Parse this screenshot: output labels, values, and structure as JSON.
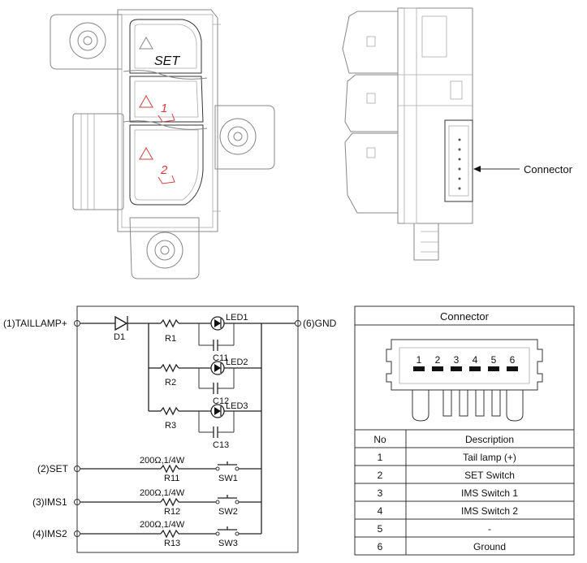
{
  "switch_panel": {
    "set_label": "SET",
    "mem1_label": "1",
    "mem2_label": "2"
  },
  "side_view": {
    "connector_callout": "Connector"
  },
  "circuit": {
    "ports": [
      {
        "label": "(1)TAILLAMP+"
      },
      {
        "label": "(2)SET"
      },
      {
        "label": "(3)IMS1"
      },
      {
        "label": "(4)IMS2"
      },
      {
        "label": "(6)GND"
      }
    ],
    "diode": "D1",
    "resistors": [
      "R1",
      "R2",
      "R3"
    ],
    "leds": [
      "LED1",
      "LED2",
      "LED3"
    ],
    "capacitors": [
      "C11",
      "C12",
      "C13"
    ],
    "switch_resistors": [
      {
        "name": "R11",
        "rating": "200Ω,1/4W"
      },
      {
        "name": "R12",
        "rating": "200Ω,1/4W"
      },
      {
        "name": "R13",
        "rating": "200Ω,1/4W"
      }
    ],
    "switches": [
      "SW1",
      "SW2",
      "SW3"
    ]
  },
  "connector_table": {
    "title": "Connector",
    "pin_numbers": [
      "1",
      "2",
      "3",
      "4",
      "5",
      "6"
    ],
    "header_no": "No",
    "header_desc": "Description",
    "rows": [
      {
        "no": "1",
        "desc": "Tail lamp (+)"
      },
      {
        "no": "2",
        "desc": "SET Switch"
      },
      {
        "no": "3",
        "desc": "IMS Switch 1"
      },
      {
        "no": "4",
        "desc": "IMS Switch 2"
      },
      {
        "no": "5",
        "desc": "-"
      },
      {
        "no": "6",
        "desc": "Ground"
      }
    ]
  }
}
